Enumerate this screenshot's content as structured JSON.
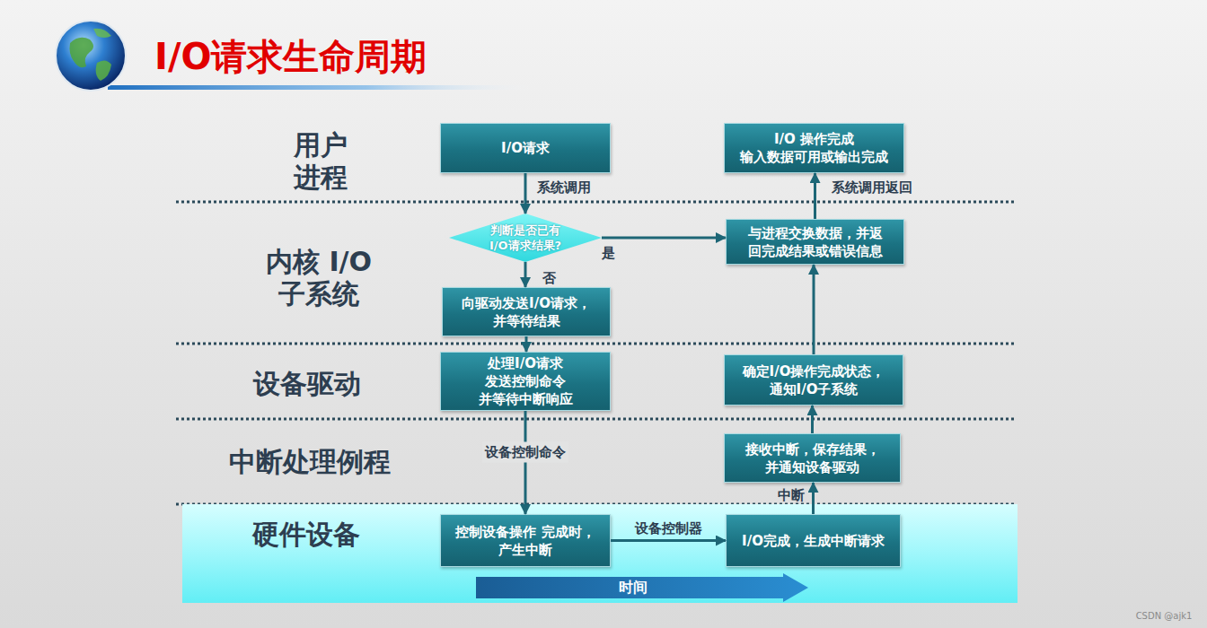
{
  "diagram": {
    "title": "I/O请求生命周期",
    "nodes": [
      {
        "text": [
          "I/O请求"
        ]
      },
      {
        "text": [
          "判断是否已有 I/O请求结果?"
        ]
      },
      {
        "text": [
          "向驱动发送I/O请求， 并等待结果"
        ]
      },
      {
        "text": [
          "处理I/O请求 发送控制命令 并等待中断响应"
        ]
      },
      {
        "text": [
          "硬件设备"
        ]
      },
      {
        "text": [
          "控制设备操作 完成时，产生中断"
        ],
        "in": 4
      },
      {
        "text": [
          "I/O完成，生成中断请求"
        ],
        "in": 4
      },
      {
        "text": [
          "时间"
        ],
        "in": 4
      },
      {
        "text": [
          "接收中断，保存结果， 并通知设备驱动"
        ]
      },
      {
        "text": [
          "确定I/O操作完成状态， 通知I/O子系统"
        ]
      },
      {
        "text": [
          "与进程交换数据，并返 回完成结果或错误信息"
        ]
      },
      {
        "text": [
          "I/O 操作完成 输入数据可用或输出完成"
        ]
      }
    ],
    "edges": [
      {
        "from": 0,
        "to": 1,
        "label": "系统调用",
        "arrow": "to"
      },
      {
        "from": 1,
        "to": 2,
        "label": "否",
        "arrow": "to"
      },
      {
        "from": 1,
        "to": 10,
        "label": "是",
        "arrow": "to"
      },
      {
        "from": 2,
        "to": 3,
        "arrow": "to"
      },
      {
        "from": 3,
        "to": 5,
        "label": "设备控制命令",
        "arrow": "to"
      },
      {
        "from": 5,
        "to": 6,
        "label": "设备控制器",
        "arrow": "to"
      },
      {
        "from": 6,
        "to": 8,
        "label": "中断",
        "arrow": "to"
      },
      {
        "from": 8,
        "to": 9,
        "arrow": "to"
      },
      {
        "from": 9,
        "to": 10,
        "arrow": "to"
      },
      {
        "from": 10,
        "to": 11,
        "label": "系统调用返回",
        "arrow": "to"
      }
    ],
    "labels": [
      "用户 进程",
      "内核 I/O 子系统",
      "设备驱动",
      "中断处理例程",
      "CSDN @ajk1"
    ]
  }
}
